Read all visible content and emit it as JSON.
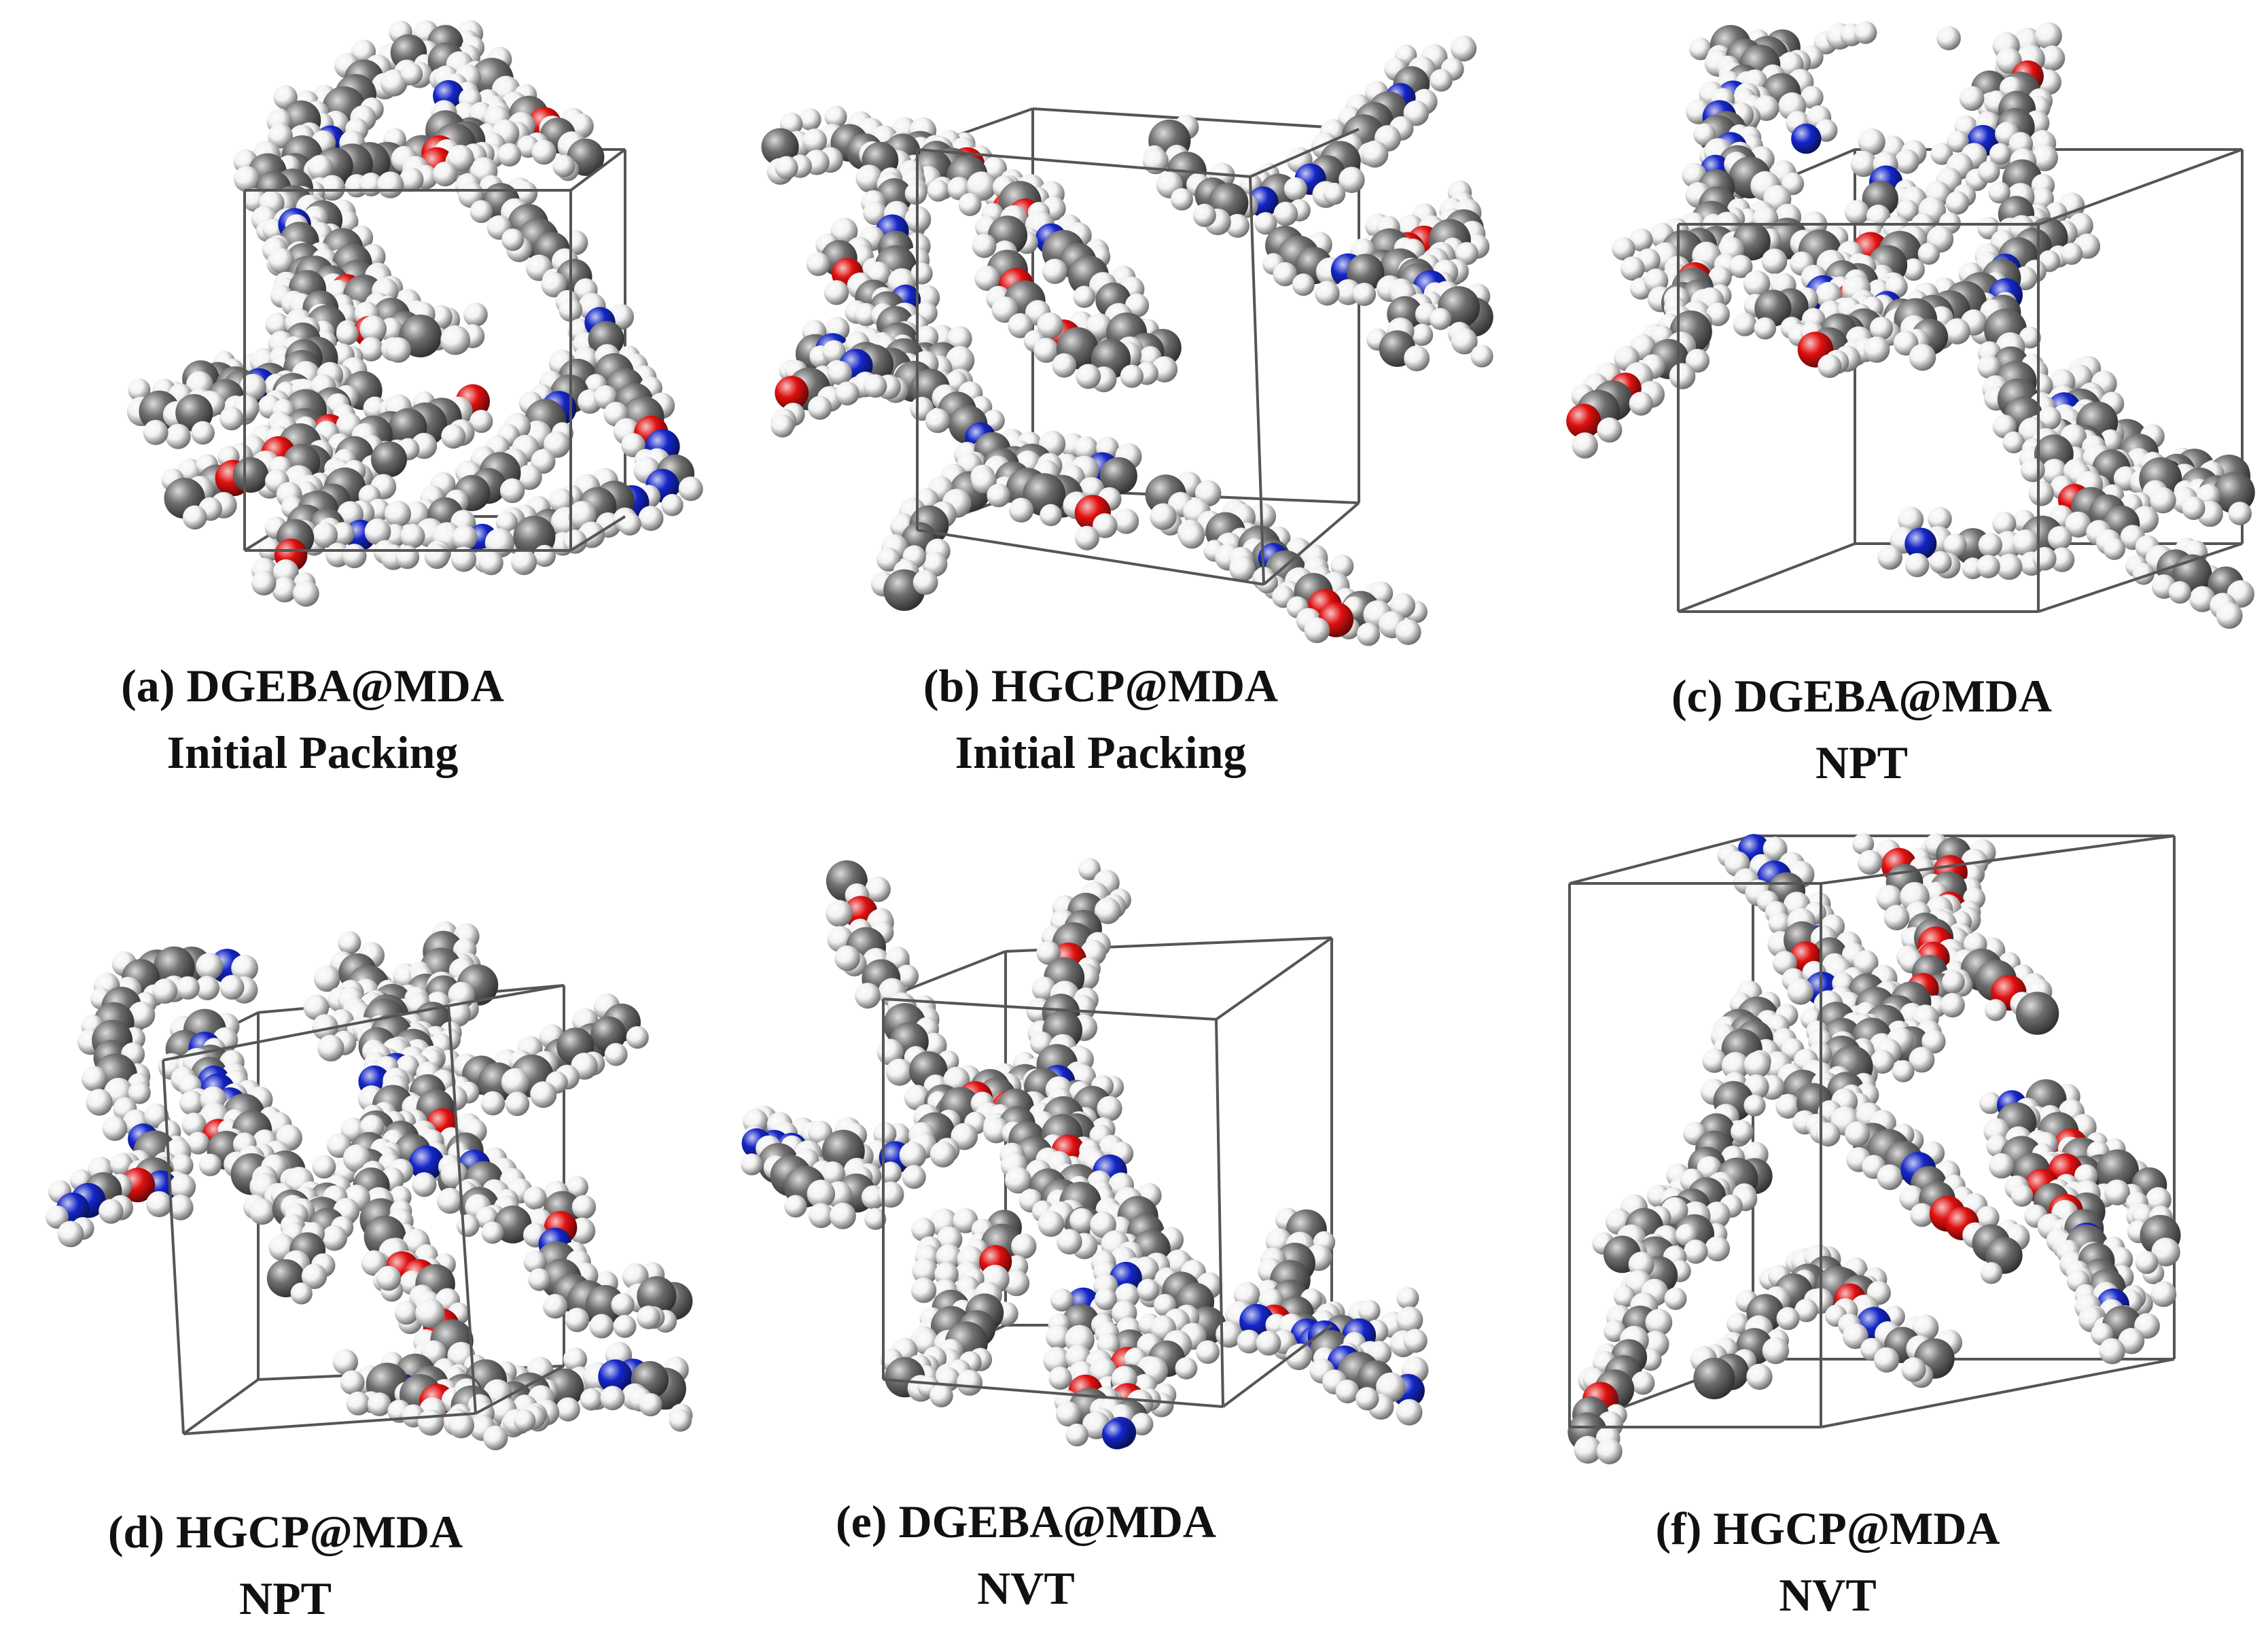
{
  "figure": {
    "panels": [
      {
        "id": "a",
        "caption_line1": "(a) DGEBA@MDA",
        "caption_line2": "Initial Packing"
      },
      {
        "id": "b",
        "caption_line1": "(b) HGCP@MDA",
        "caption_line2": "Initial Packing"
      },
      {
        "id": "c",
        "caption_line1": "(c) DGEBA@MDA",
        "caption_line2": "NPT"
      },
      {
        "id": "d",
        "caption_line1": "(d) HGCP@MDA",
        "caption_line2": "NPT"
      },
      {
        "id": "e",
        "caption_line1": "(e) DGEBA@MDA",
        "caption_line2": "NVT"
      },
      {
        "id": "f",
        "caption_line1": "(f) HGCP@MDA",
        "caption_line2": "NVT"
      }
    ],
    "atom_colors": {
      "carbon": "#6e6e6e",
      "hydrogen": "#f2f2f2",
      "nitrogen": "#1426c8",
      "oxygen": "#e01010"
    },
    "cell_box_color": "#555555"
  }
}
